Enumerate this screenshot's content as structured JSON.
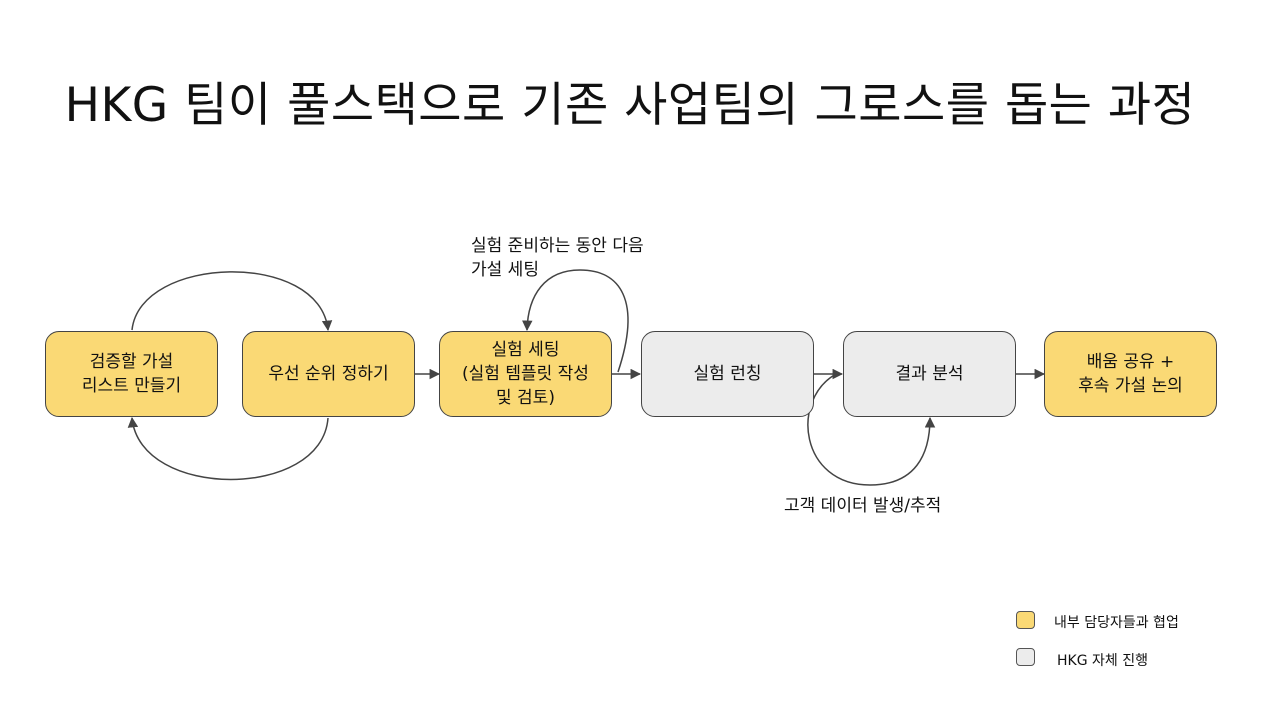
{
  "title": "HKG 팀이 풀스택으로 기존 사업팀의 그로스를 돕는 과정",
  "colors": {
    "internal": "#fad975",
    "hkg": "#ececec",
    "border": "#444444",
    "arrow": "#444444"
  },
  "nodes": [
    {
      "id": "hypothesis-list",
      "label": "검증할 가설\n리스트 만들기",
      "type": "internal"
    },
    {
      "id": "prioritize",
      "label": "우선 순위 정하기",
      "type": "internal"
    },
    {
      "id": "experiment-setup",
      "label": "실험 세팅\n(실험 템플릿 작성\n및 검토)",
      "type": "internal"
    },
    {
      "id": "experiment-launch",
      "label": "실험 런칭",
      "type": "hkg"
    },
    {
      "id": "result-analysis",
      "label": "결과 분석",
      "type": "hkg"
    },
    {
      "id": "share-learning",
      "label": "배움 공유 +\n후속 가설 논의",
      "type": "internal"
    }
  ],
  "annotations": {
    "next_hypothesis": "실험 준비하는 동안 다음\n가설 세팅",
    "customer_data": "고객 데이터 발생/추적"
  },
  "legend": [
    {
      "label": "내부 담당자들과 협업",
      "type": "internal"
    },
    {
      "label": "HKG 자체 진행",
      "type": "hkg"
    }
  ]
}
